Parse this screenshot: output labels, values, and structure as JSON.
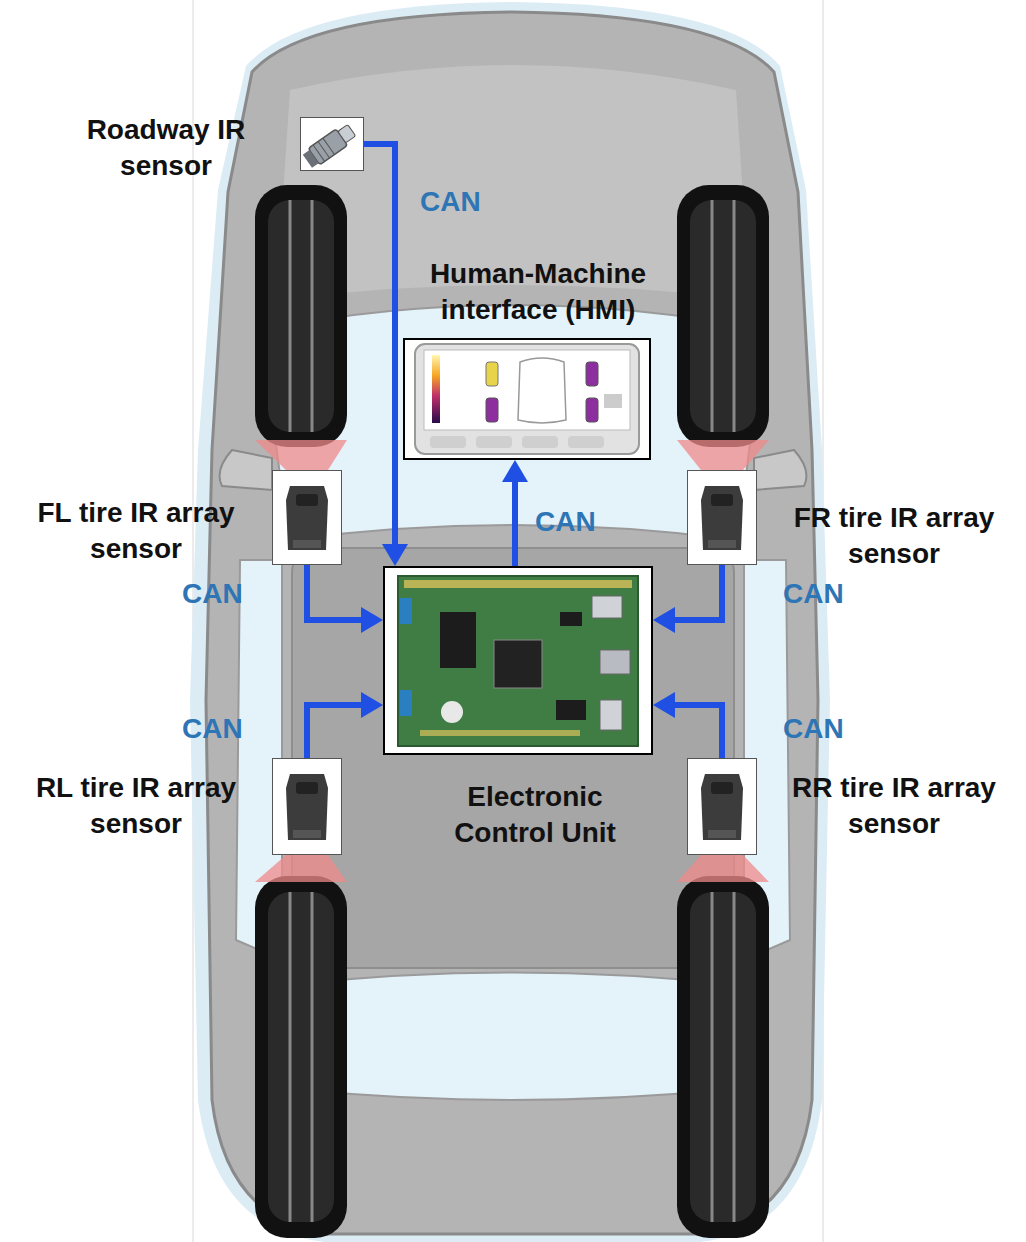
{
  "diagram": {
    "nodes": [
      {
        "text": [
          "Roadway IR sensor"
        ]
      },
      {
        "text": [
          "Human-Machine interface (HMI)"
        ]
      },
      {
        "text": [
          "FL tire IR array sensor"
        ]
      },
      {
        "text": [
          "FR tire IR array sensor"
        ]
      },
      {
        "text": [
          "Electronic Control Unit"
        ]
      },
      {
        "text": [
          "RL tire IR array sensor"
        ]
      },
      {
        "text": [
          "RR tire IR array sensor"
        ]
      }
    ],
    "edges": [
      {
        "from": 0,
        "to": 4,
        "label": "CAN",
        "arrow": "to"
      },
      {
        "from": 2,
        "to": 4,
        "label": "CAN",
        "arrow": "to"
      },
      {
        "from": 3,
        "to": 4,
        "label": "CAN",
        "arrow": "to"
      },
      {
        "from": 5,
        "to": 4,
        "label": "CAN",
        "arrow": "to"
      },
      {
        "from": 6,
        "to": 4,
        "label": "CAN",
        "arrow": "to"
      },
      {
        "from": 4,
        "to": 1,
        "label": "CAN",
        "arrow": "to"
      }
    ]
  }
}
